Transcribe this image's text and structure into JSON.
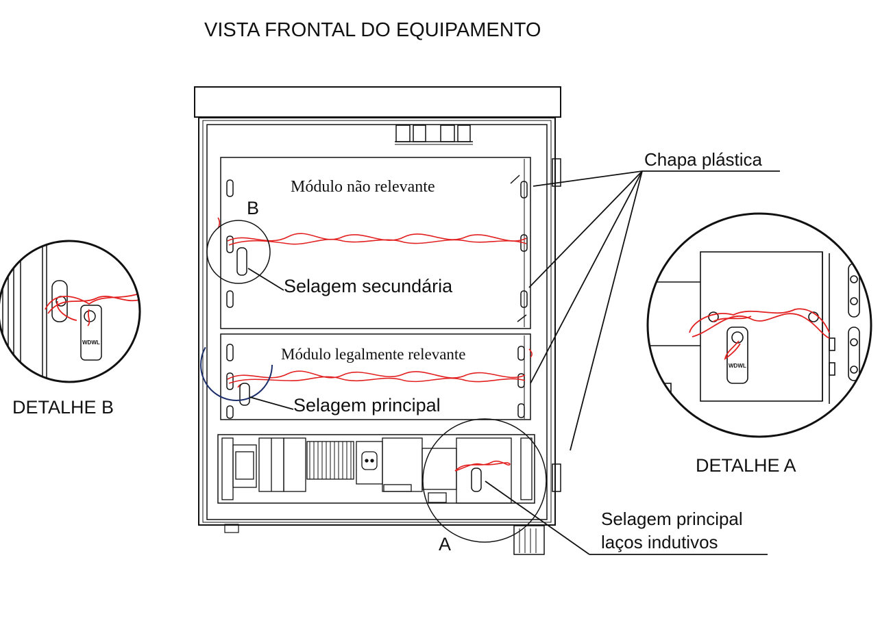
{
  "title": "VISTA FRONTAL DO EQUIPAMENTO",
  "modules": {
    "top": "Módulo não relevante",
    "middle": "Módulo legalmente relevante"
  },
  "callouts": {
    "chapa": "Chapa plástica",
    "selagem_secundaria": "Selagem secundária",
    "selagem_principal": "Selagem principal",
    "lacos_line1": "Selagem principal",
    "lacos_line2": "laços indutivos"
  },
  "markers": {
    "a": "A",
    "b": "B"
  },
  "details": {
    "a": "DETALHE A",
    "b": "DETALHE B",
    "stamp": "WDWL"
  },
  "colors": {
    "ink": "#111111",
    "wire": "#e32020",
    "circle_blue": "#1b2e6b"
  }
}
